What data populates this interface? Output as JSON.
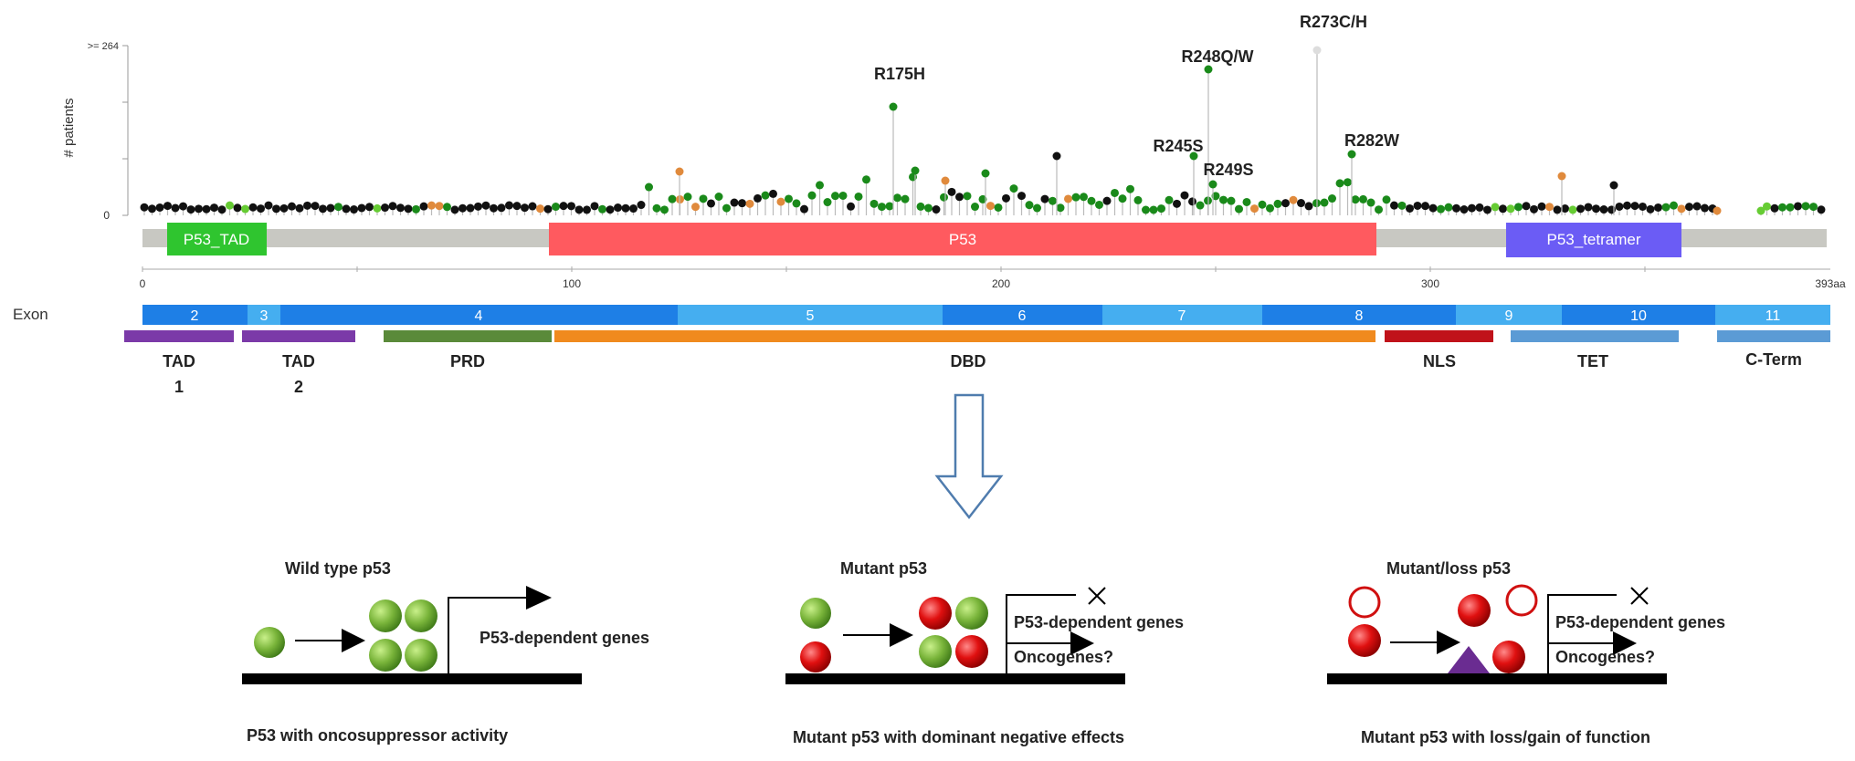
{
  "lollipop": {
    "y_axis_label": "# patients",
    "y_top_label": ">= 264",
    "y_zero_label": "0",
    "x_ticks": [
      "0",
      "100",
      "200",
      "300",
      "393aa"
    ],
    "domains": [
      "P53_TAD",
      "P53",
      "P53_tetramer"
    ],
    "hotspots": [
      "R175H",
      "R248Q/W",
      "R273C/H",
      "R245S",
      "R249S",
      "R282W"
    ]
  },
  "exon": {
    "label": "Exon",
    "numbers": [
      "2",
      "3",
      "4",
      "5",
      "6",
      "7",
      "8",
      "9",
      "10",
      "11"
    ]
  },
  "regions": {
    "names": [
      "TAD",
      "TAD",
      "PRD",
      "DBD",
      "NLS",
      "TET",
      "C-Term"
    ],
    "subs": [
      "1",
      "2"
    ]
  },
  "panels": {
    "wild": {
      "title": "Wild type p53",
      "genes": "P53-dependent genes",
      "caption": "P53 with oncosuppressor activity"
    },
    "mutant": {
      "title": "Mutant p53",
      "genes": "P53-dependent genes",
      "onco": "Oncogenes?",
      "caption": "Mutant p53 with dominant negative effects"
    },
    "loss": {
      "title": "Mutant/loss p53",
      "genes": "P53-dependent genes",
      "onco": "Oncogenes?",
      "caption": "Mutant p53 with loss/gain of function"
    }
  },
  "colors": {
    "missense": "#1a8a1a",
    "truncating": "#111111",
    "inframe": "#e08a3c",
    "other": "#66cc33",
    "domain_tad": "#2fc52f",
    "domain_p53": "#ff5a5f",
    "domain_tetramer": "#6b5cf5",
    "track_gray": "#c8c8c2",
    "arrow_outline": "#4f7cae"
  }
}
